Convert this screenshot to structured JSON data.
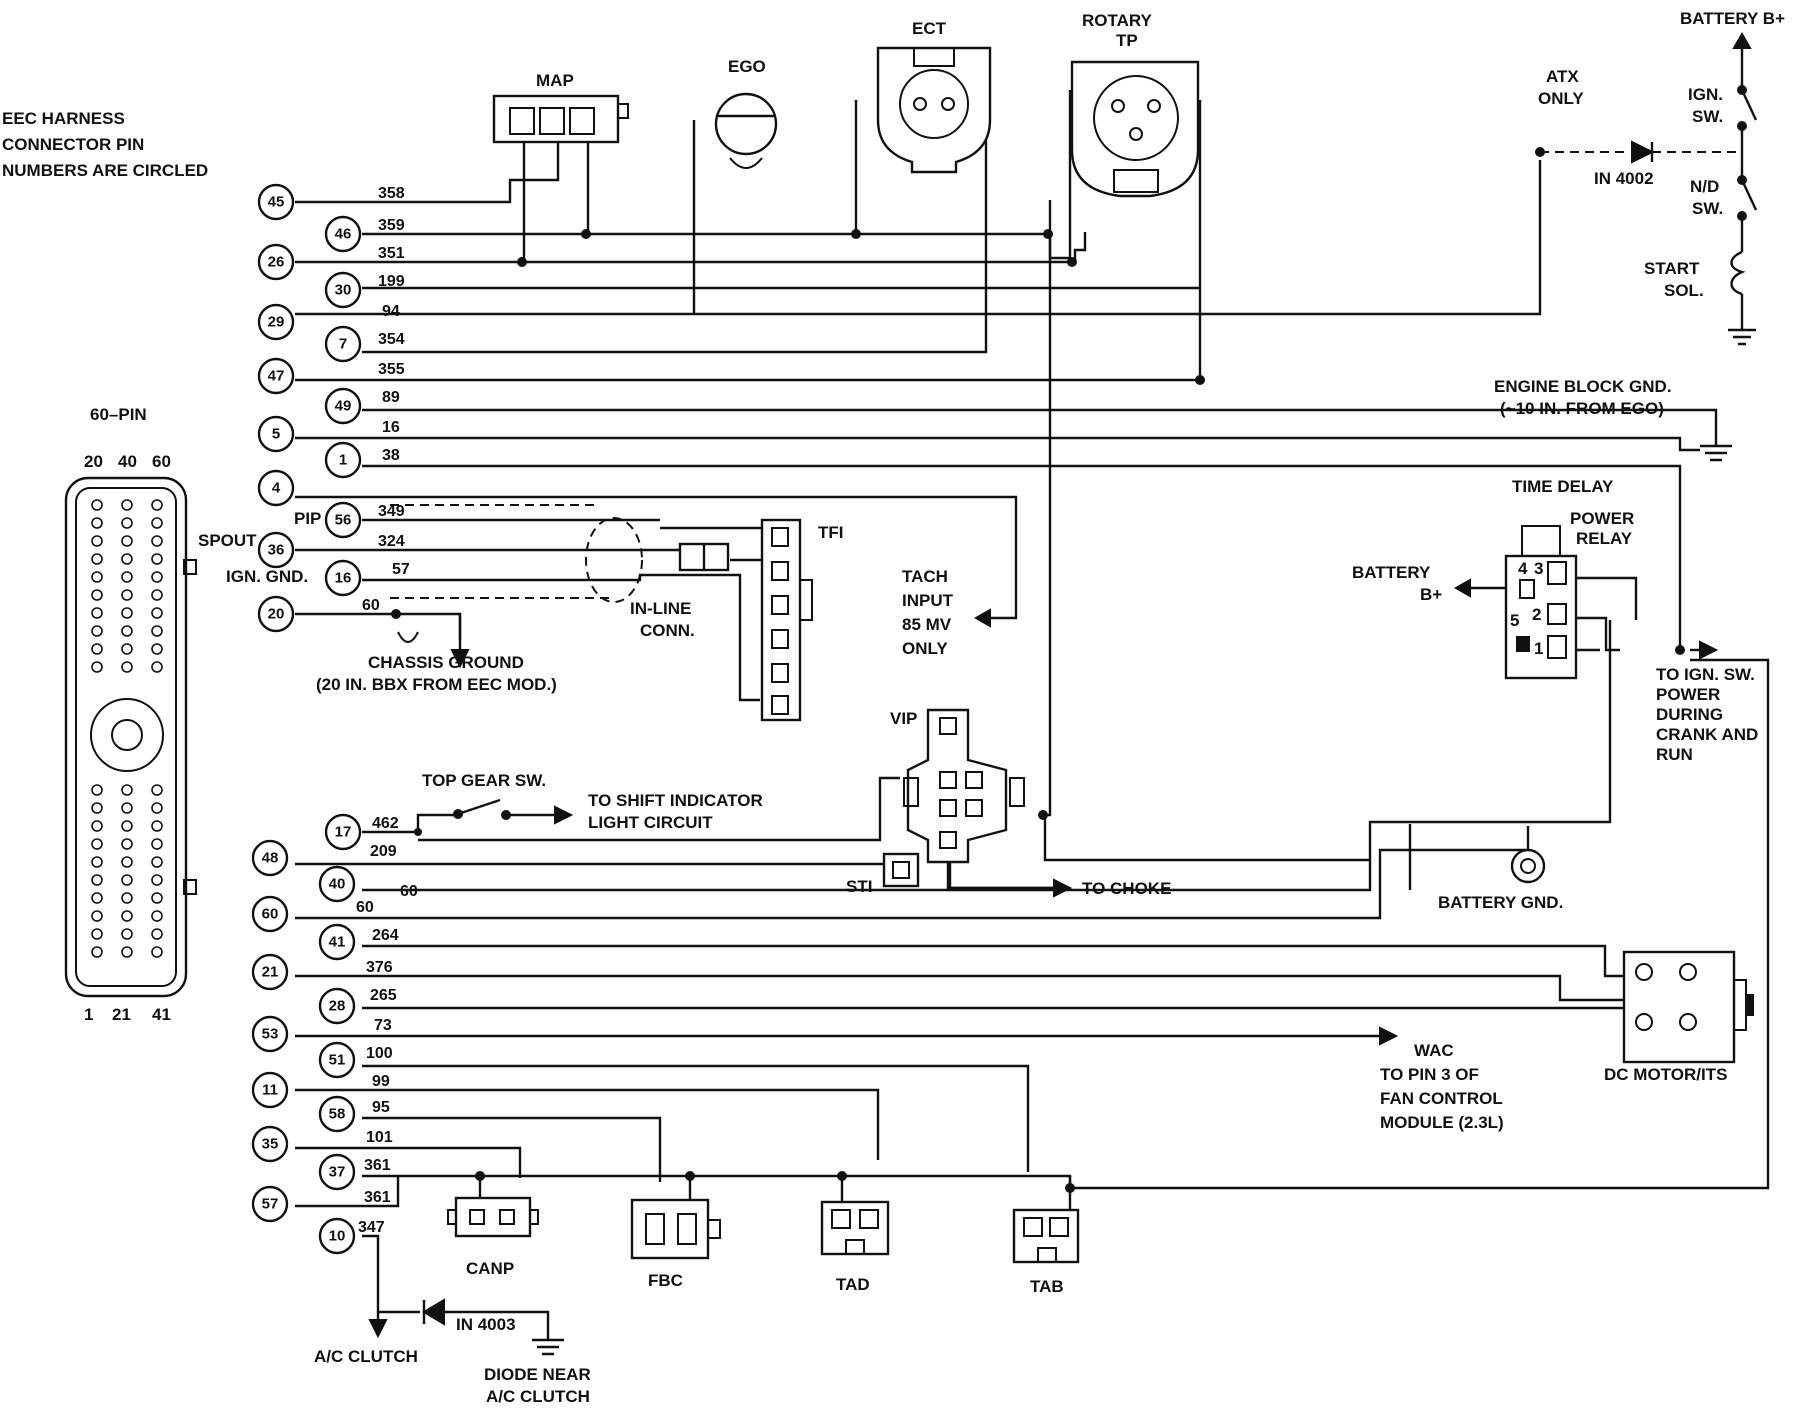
{
  "header": {
    "note_lines": [
      "EEC HARNESS",
      "CONNECTOR PIN",
      "NUMBERS ARE CIRCLED"
    ]
  },
  "connector": {
    "title": "60–PIN",
    "top_numbers": [
      "20",
      "40",
      "60"
    ],
    "bottom_numbers": [
      "1",
      "21",
      "41"
    ]
  },
  "components": {
    "map": "MAP",
    "ego": "EGO",
    "ect": "ECT",
    "rotary_tp": [
      "ROTARY",
      "TP"
    ],
    "atx_only": [
      "ATX",
      "ONLY"
    ],
    "battery_bplus": "BATTERY B+",
    "ign_sw": [
      "IGN.",
      "SW."
    ],
    "nd_sw": [
      "N/D",
      "SW."
    ],
    "start_sol": [
      "START",
      "SOL."
    ],
    "diode_4002": "IN 4002",
    "engine_block_gnd": [
      "ENGINE BLOCK GND.",
      "(~10 IN. FROM EGO)"
    ],
    "time_delay": "TIME DELAY",
    "power_relay": [
      "POWER",
      "RELAY"
    ],
    "relay_battery": [
      "BATTERY",
      "B+"
    ],
    "relay_pins": [
      "4",
      "3",
      "2",
      "5",
      "1"
    ],
    "to_ign_sw": [
      "TO IGN. SW.",
      "POWER",
      "DURING",
      "CRANK AND",
      "RUN"
    ],
    "tfi": "TFI",
    "pip": "PIP",
    "spout": "SPOUT",
    "ign_gnd": "IGN. GND.",
    "inline_conn": [
      "IN-LINE",
      "CONN."
    ],
    "tach": [
      "TACH",
      "INPUT",
      "85 MV",
      "ONLY"
    ],
    "chassis_ground": [
      "CHASSIS GROUND",
      "(20 IN. BBX FROM EEC MOD.)"
    ],
    "vip": "VIP",
    "top_gear_sw": "TOP GEAR SW.",
    "shift_indicator": [
      "TO SHIFT INDICATOR",
      "LIGHT CIRCUIT"
    ],
    "sti": "STI",
    "to_choke": "TO CHOKE",
    "battery_gnd": "BATTERY GND.",
    "dc_motor": "DC MOTOR/ITS",
    "wac": "WAC",
    "wac_note": [
      "TO PIN 3 OF",
      "FAN CONTROL",
      "MODULE (2.3L)"
    ],
    "canp": "CANP",
    "fbc": "FBC",
    "tad": "TAD",
    "tab": "TAB",
    "ac_clutch": "A/C CLUTCH",
    "diode_4003": "IN 4003",
    "diode_note": [
      "DIODE NEAR",
      "A/C CLUTCH"
    ]
  },
  "pins": {
    "p45": "45",
    "p46": "46",
    "p26": "26",
    "p30": "30",
    "p29": "29",
    "p7": "7",
    "p47": "47",
    "p49": "49",
    "p5": "5",
    "p1": "1",
    "p4": "4",
    "p56": "56",
    "p36": "36",
    "p16": "16",
    "p20": "20",
    "p17": "17",
    "p48": "48",
    "p40": "40",
    "p60": "60",
    "p41": "41",
    "p21": "21",
    "p28": "28",
    "p53": "53",
    "p51": "51",
    "p11": "11",
    "p58": "58",
    "p35": "35",
    "p37": "37",
    "p57": "57",
    "p10": "10"
  },
  "wires": {
    "w358": "358",
    "w359": "359",
    "w351": "351",
    "w199": "199",
    "w94": "94",
    "w354": "354",
    "w355": "355",
    "w89": "89",
    "w16": "16",
    "w38": "38",
    "w349": "349",
    "w324": "324",
    "w57": "57",
    "w60a": "60",
    "w462": "462",
    "w209": "209",
    "w60b": "60",
    "w60c": "60",
    "w264": "264",
    "w376": "376",
    "w265": "265",
    "w73": "73",
    "w100": "100",
    "w99": "99",
    "w95": "95",
    "w101": "101",
    "w361a": "361",
    "w361b": "361",
    "w347": "347"
  }
}
